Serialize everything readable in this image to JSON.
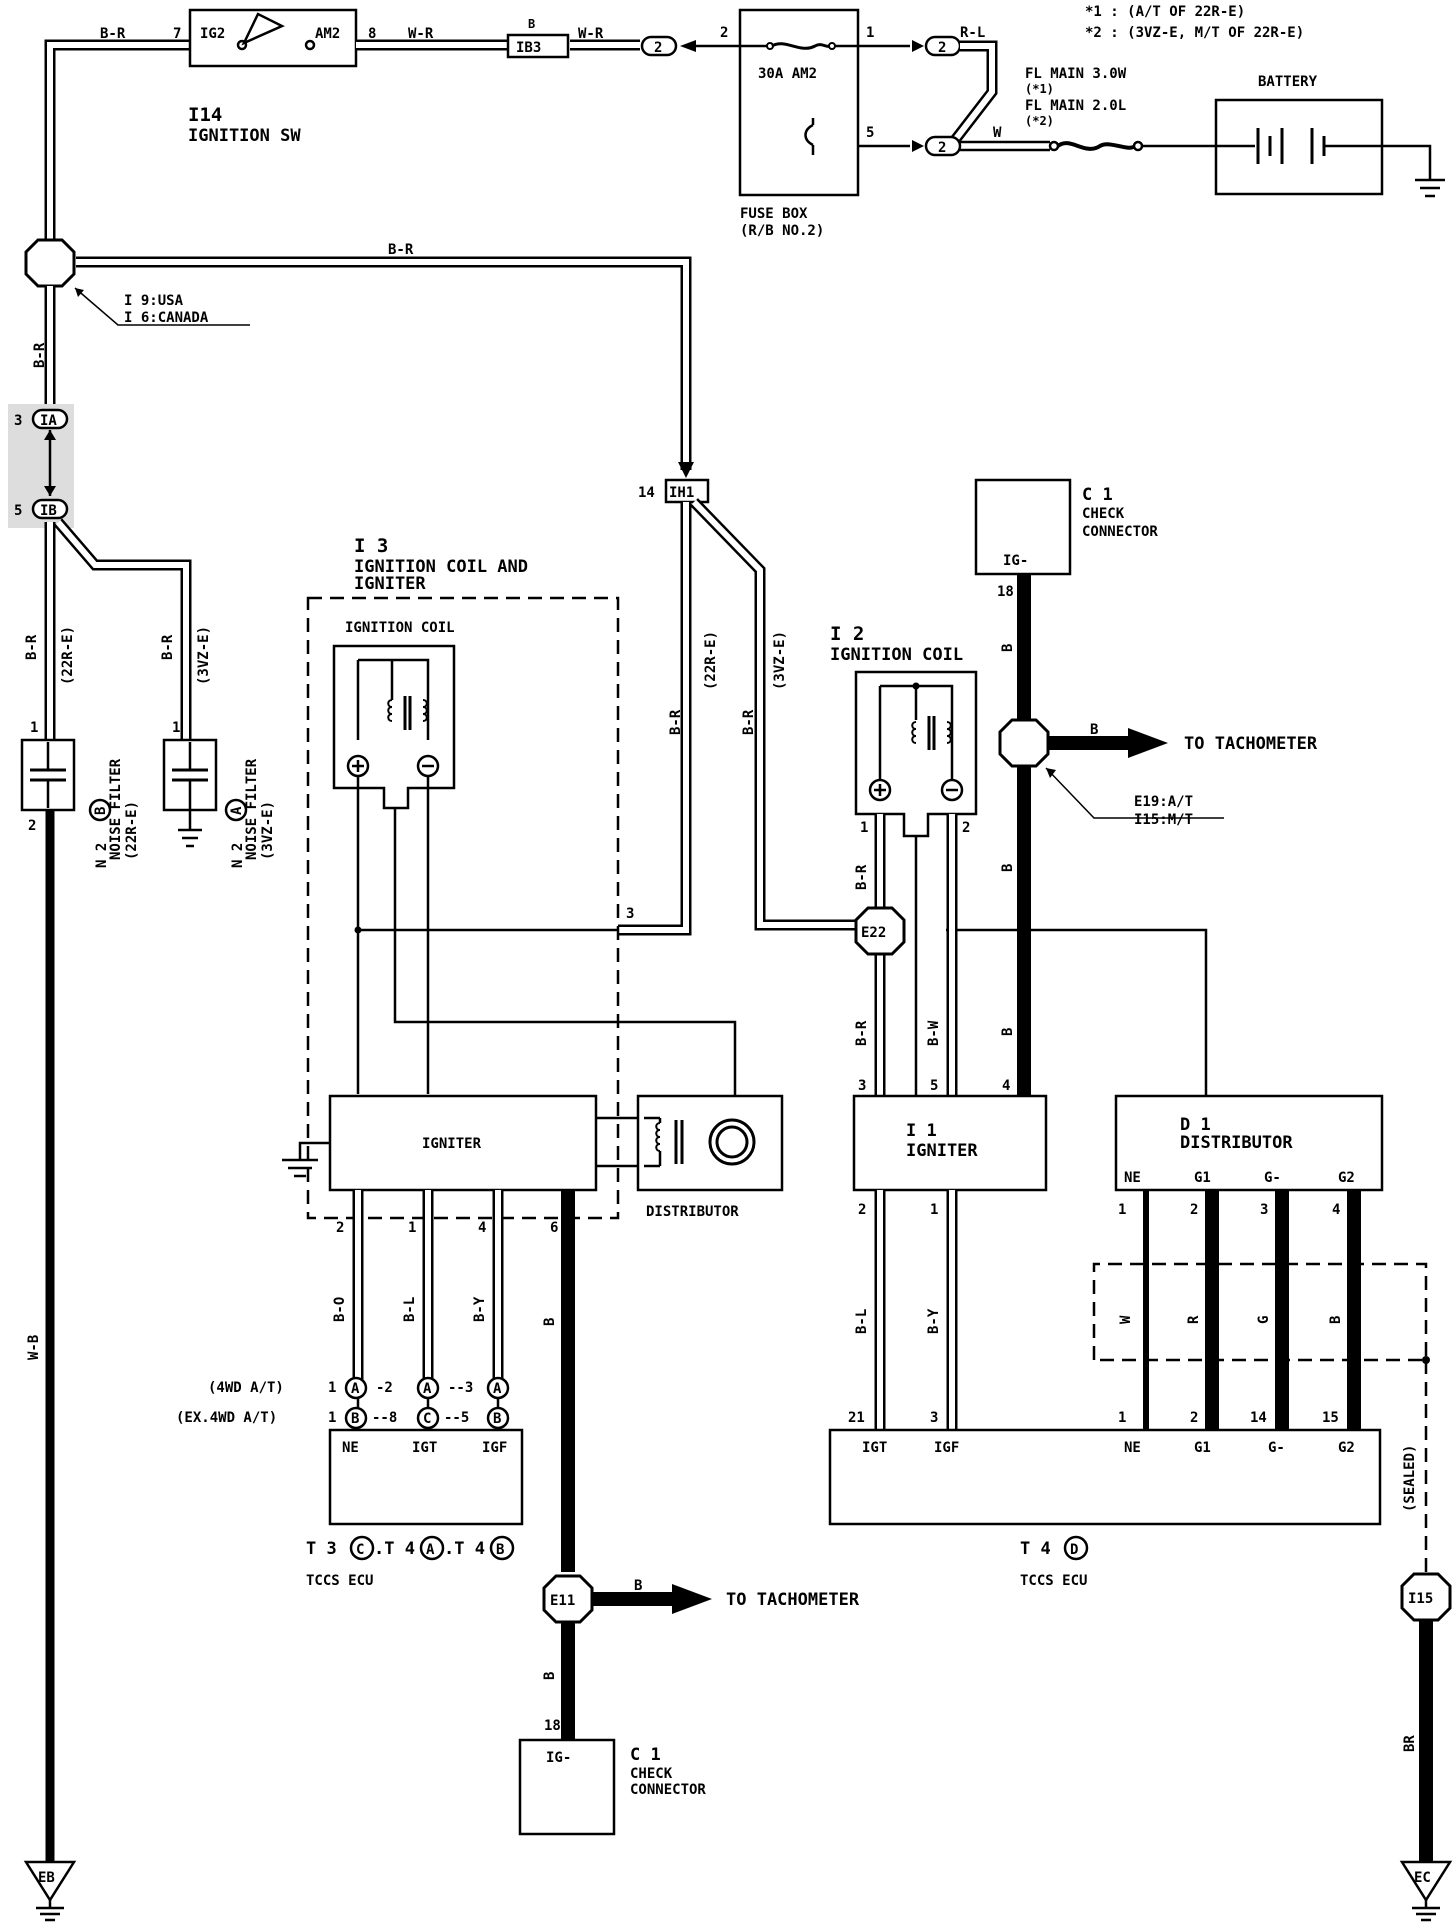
{
  "notes": {
    "n1": "*1 : (A/T OF 22R-E)",
    "n2": "*2 : (3VZ-E, M/T OF 22R-E)"
  },
  "ignition_sw": {
    "code": "I14",
    "name": "IGNITION SW",
    "pin_in": "IG2",
    "pin_out": "AM2",
    "pin_in_num": "7",
    "pin_out_num": "8"
  },
  "wires": {
    "br": "B-R",
    "wr": "W-R",
    "rl": "R-L",
    "w": "W",
    "b": "B",
    "bl": "B-L",
    "by": "B-Y",
    "bo": "B-O",
    "bw": "B-W",
    "wb": "W-B",
    "r": "R",
    "g": "G",
    "brn": "BR",
    "v22": "(22R-E)",
    "v3vz": "(3VZ-E)"
  },
  "ib3": {
    "code": "IB3",
    "wire": "B"
  },
  "fuse_box": {
    "fuse": "30A AM2",
    "name": "FUSE BOX",
    "sub": "(R/B NO.2)",
    "pin_a": "2",
    "pin_b": "1",
    "pin_c": "5",
    "plug": "2"
  },
  "fl_main": {
    "l1": "FL MAIN 3.0W",
    "l1n": "(*1)",
    "l2": "FL MAIN 2.0L",
    "l2n": "(*2)"
  },
  "battery": {
    "name": "BATTERY"
  },
  "junction1": {
    "l1": "I 9:USA",
    "l2": "I 6:CANADA"
  },
  "ia": {
    "code": "IA",
    "pin": "3"
  },
  "ib": {
    "code": "IB",
    "pin": "5"
  },
  "ih1": {
    "code": "IH1",
    "pin": "14"
  },
  "noise_b": {
    "pin1": "1",
    "pin2": "2",
    "code": "N 2",
    "sub": "B",
    "name": "NOISE FILTER",
    "var": "(22R-E)"
  },
  "noise_a": {
    "pin1": "1",
    "code": "N 2",
    "sub": "A",
    "name": "NOISE FILTER",
    "var": "(3VZ-E)"
  },
  "i3": {
    "code": "I 3",
    "name1": "IGNITION COIL AND",
    "name2": "IGNITER",
    "coil": "IGNITION COIL",
    "igniter": "IGNITER",
    "distributor": "DISTRIBUTOR",
    "pin3": "3",
    "p2": "2",
    "p1": "1",
    "p4": "4",
    "p6": "6"
  },
  "check_top": {
    "code": "C 1",
    "name1": "CHECK",
    "name2": "CONNECTOR",
    "pin": "IG-",
    "pin_num": "18"
  },
  "i2": {
    "code": "I 2",
    "name": "IGNITION COIL",
    "p1": "1",
    "p2": "2"
  },
  "tach_top": {
    "label": "TO TACHOMETER",
    "j1": "E19:A/T",
    "j2": "I15:M/T"
  },
  "e22": {
    "code": "E22"
  },
  "i1": {
    "code": "I 1",
    "name": "IGNITER",
    "p3": "3",
    "p5": "5",
    "p4": "4",
    "p2": "2",
    "p1": "1"
  },
  "d1": {
    "code": "D 1",
    "name": "DISTRIBUTOR",
    "pins": [
      "NE",
      "G1",
      "G-",
      "G2"
    ],
    "nums": [
      "1",
      "2",
      "3",
      "4"
    ]
  },
  "tccs_left": {
    "row1": "(4WD A/T)",
    "row2": "(EX.4WD A/T)",
    "row1_nums": [
      "1",
      "-2",
      "--3"
    ],
    "row2_nums": [
      "1",
      "--8",
      "--5"
    ],
    "row1_subs": [
      "A",
      "A",
      "A"
    ],
    "row2_subs": [
      "B",
      "C",
      "B"
    ],
    "pins": [
      "NE",
      "IGT",
      "IGF"
    ],
    "code_parts": [
      "T 3",
      "C",
      ".T 4",
      "A",
      ".T 4",
      "B"
    ],
    "name": "TCCS ECU"
  },
  "tccs_right": {
    "pins": [
      "IGT",
      "IGF",
      "NE",
      "G1",
      "G-",
      "G2"
    ],
    "nums": [
      "21",
      "3",
      "1",
      "2",
      "14",
      "15"
    ],
    "code": "T 4",
    "sub": "D",
    "name": "TCCS ECU"
  },
  "e11": {
    "code": "E11",
    "tach": "TO TACHOMETER",
    "wire": "B"
  },
  "check_bottom": {
    "code": "C 1",
    "name1": "CHECK",
    "name2": "CONNECTOR",
    "pin": "IG-",
    "pin_num": "18"
  },
  "i15": {
    "code": "I15",
    "sealed": "(SEALED)"
  },
  "ground_eb": {
    "code": "EB"
  },
  "ground_ec": {
    "code": "EC"
  }
}
